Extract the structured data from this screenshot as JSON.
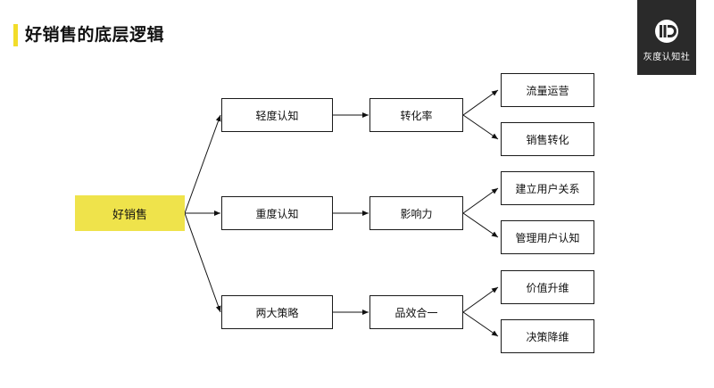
{
  "slide": {
    "title": "好销售的底层逻辑",
    "logo_text": "灰度认知社",
    "accent_color": "#f2dd2a",
    "root_fill": "#efe34b"
  },
  "diagram": {
    "root": "好销售",
    "branches": [
      {
        "level1": "轻度认知",
        "level2": "转化率",
        "leaves": [
          "流量运营",
          "销售转化"
        ]
      },
      {
        "level1": "重度认知",
        "level2": "影响力",
        "leaves": [
          "建立用户关系",
          "管理用户认知"
        ]
      },
      {
        "level1": "两大策略",
        "level2": "品效合一",
        "leaves": [
          "价值升维",
          "决策降维"
        ]
      }
    ]
  }
}
